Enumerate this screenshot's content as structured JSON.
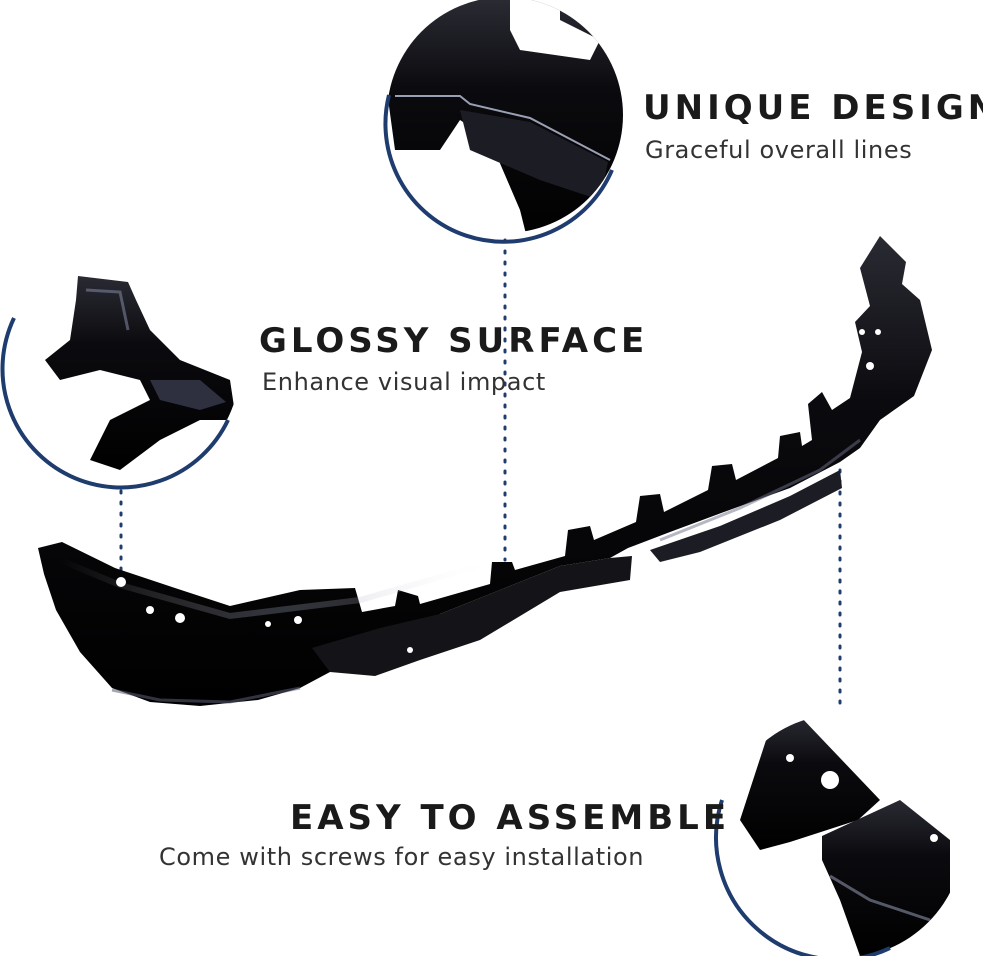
{
  "colors": {
    "background": "#ffffff",
    "accent_navy": "#1f3c6e",
    "product_black": "#0b0b0f",
    "text_dark": "#1a1a1a"
  },
  "features": [
    {
      "title": "UNIQUE DESIGN",
      "subtitle": "Graceful overall lines"
    },
    {
      "title": "GLOSSY SURFACE",
      "subtitle": "Enhance visual impact"
    },
    {
      "title": "EASY TO ASSEMBLE",
      "subtitle": "Come with screws for easy installation"
    }
  ]
}
